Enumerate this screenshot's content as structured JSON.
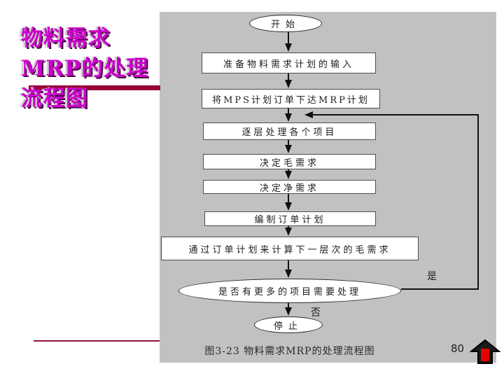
{
  "slide": {
    "title": {
      "lines": [
        "物料需求",
        "MRP的处理",
        "流程图"
      ],
      "color": "#CC00CC"
    },
    "accent_bar_color": "#990033",
    "page_number": "80",
    "nav_arrow_icon": "up-arrow-action-button",
    "nav_arrow_fill": "#E60000"
  },
  "flowchart": {
    "panel_color": "#C1C1C1",
    "nodes": [
      {
        "id": "start",
        "shape": "oval",
        "label": "开始"
      },
      {
        "id": "prepare-input",
        "shape": "rect",
        "label": "准备物料需求计划的输入"
      },
      {
        "id": "release-mps",
        "shape": "rect",
        "label": "将MPS计划订单下达MRP计划"
      },
      {
        "id": "process-levels",
        "shape": "rect",
        "label": "逐层处理各个项目"
      },
      {
        "id": "gross-req",
        "shape": "rect",
        "label": "决定毛需求"
      },
      {
        "id": "net-req",
        "shape": "rect",
        "label": "决定净需求"
      },
      {
        "id": "order-plan",
        "shape": "rect",
        "label": "编制订单计划"
      },
      {
        "id": "next-level-gross",
        "shape": "rect",
        "label": "通过订单计划来计算下一层次的毛需求"
      },
      {
        "id": "more-items",
        "shape": "oval",
        "label": "是否有更多的项目需要处理"
      },
      {
        "id": "stop",
        "shape": "oval",
        "label": "停止"
      }
    ],
    "branch_labels": {
      "yes": "是",
      "no": "否"
    },
    "caption": "图3-23  物料需求MRP的处理流程图"
  }
}
